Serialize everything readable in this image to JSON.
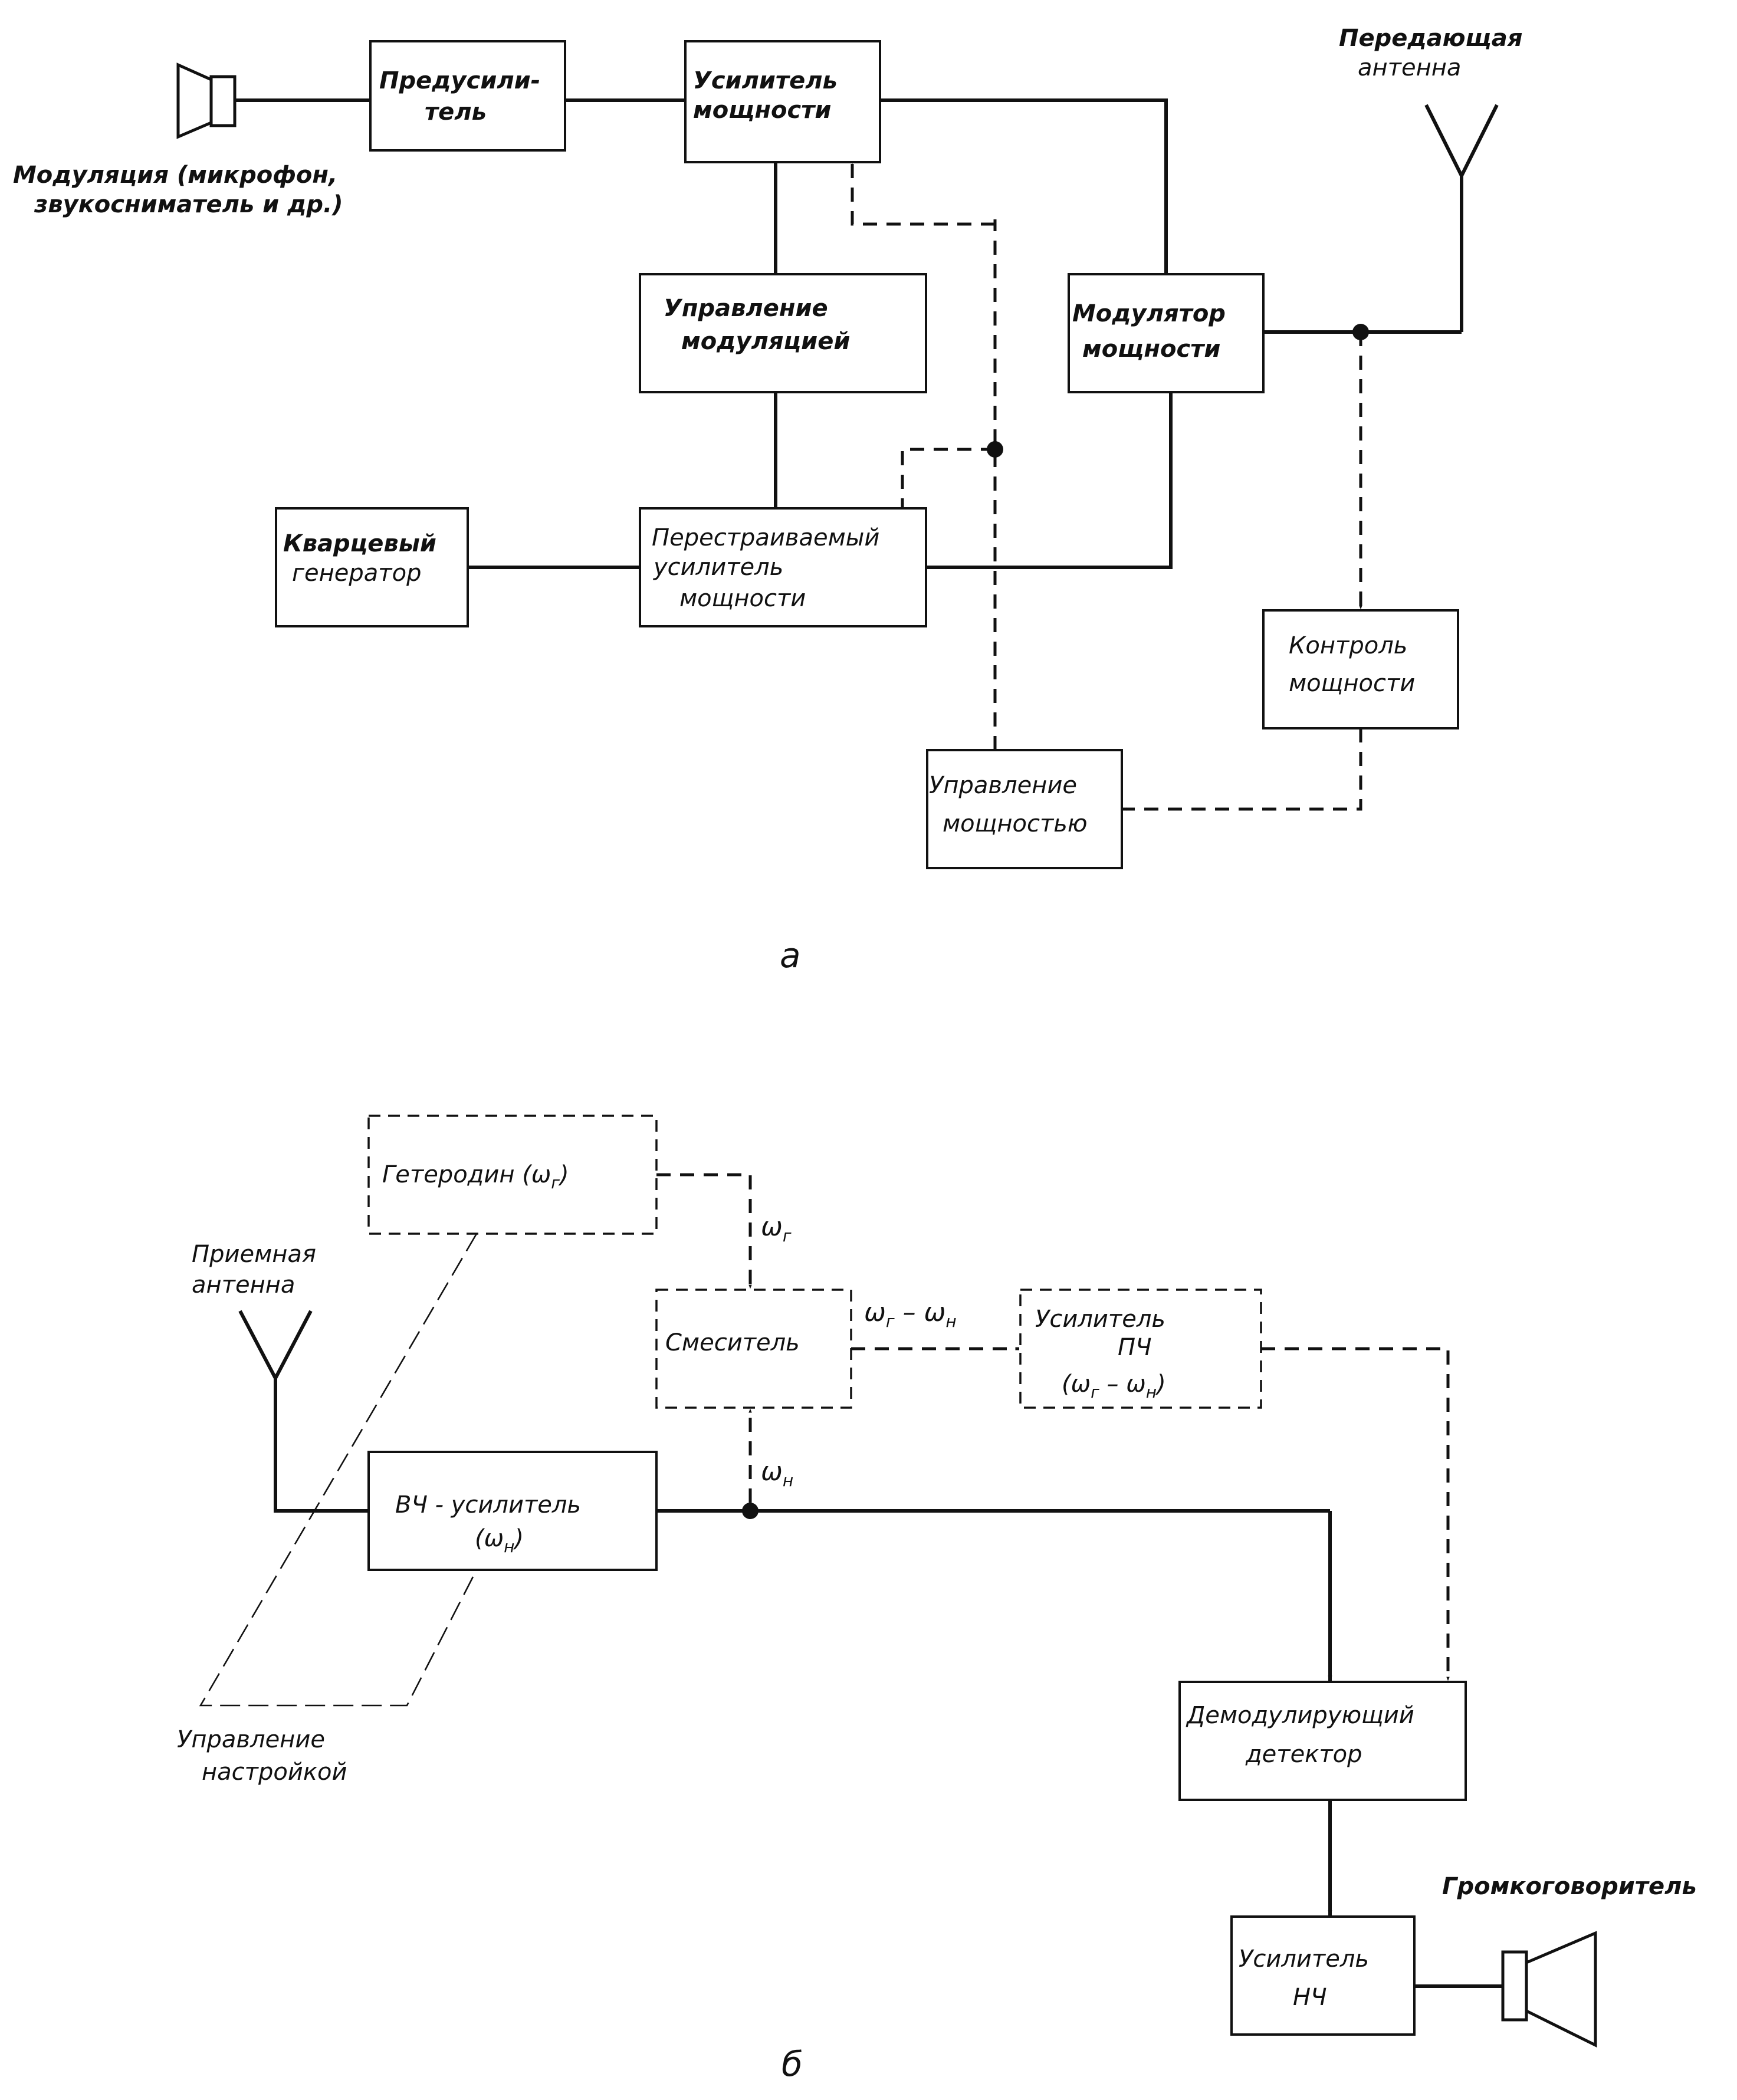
{
  "figure_a": {
    "caption": "а",
    "source_label_1": "Модуляция (микрофон,",
    "source_label_2": "звукосниматель и др.)",
    "antenna_label_1": "Передающая",
    "antenna_label_2": "антенна",
    "blocks": {
      "preamp_1": "Предусили-",
      "preamp_2": "тель",
      "power_amp_1": "Усилитель",
      "power_amp_2": "мощности",
      "mod_control_1": "Управление",
      "mod_control_2": "модуляцией",
      "modulator_1": "Модулятор",
      "modulator_2": "мощности",
      "quartz_1": "Кварцевый",
      "quartz_2": "генератор",
      "tunable_1": "Перестраиваемый",
      "tunable_2": "усилитель",
      "tunable_3": "мощности",
      "power_monitor_1": "Контроль",
      "power_monitor_2": "мощности",
      "power_control_1": "Управление",
      "power_control_2": "мощностью"
    }
  },
  "figure_b": {
    "caption": "б",
    "antenna_label_1": "Приемная",
    "antenna_label_2": "антенна",
    "tuning_label_1": "Управление",
    "tuning_label_2": "настройкой",
    "speaker_label": "Громкоговоритель",
    "blocks": {
      "heterodyne": "Гетеродин (ω",
      "heterodyne_sub": "г",
      "heterodyne_tail": ")",
      "mixer": "Смеситель",
      "if_amp_1": "Усилитель",
      "if_amp_2": "ПЧ",
      "if_amp_3": "(ω",
      "if_amp_3_sub1": "г",
      "if_amp_3_mid": " – ω",
      "if_amp_3_sub2": "н",
      "if_amp_3_tail": ")",
      "rf_amp_1": "ВЧ - усилитель",
      "rf_amp_2": "(ω",
      "rf_amp_2_sub": "н",
      "rf_amp_2_tail": ")",
      "detector_1": "Демодулирующий",
      "detector_2": "детектор",
      "lf_amp_1": "Усилитель",
      "lf_amp_2": "НЧ"
    },
    "signals": {
      "omega_g": "ω",
      "omega_g_sub": "г",
      "omega_diff": "ω",
      "omega_diff_sub1": "г",
      "omega_diff_mid": " – ω",
      "omega_diff_sub2": "н",
      "omega_n": "ω",
      "omega_n_sub": "н"
    }
  }
}
